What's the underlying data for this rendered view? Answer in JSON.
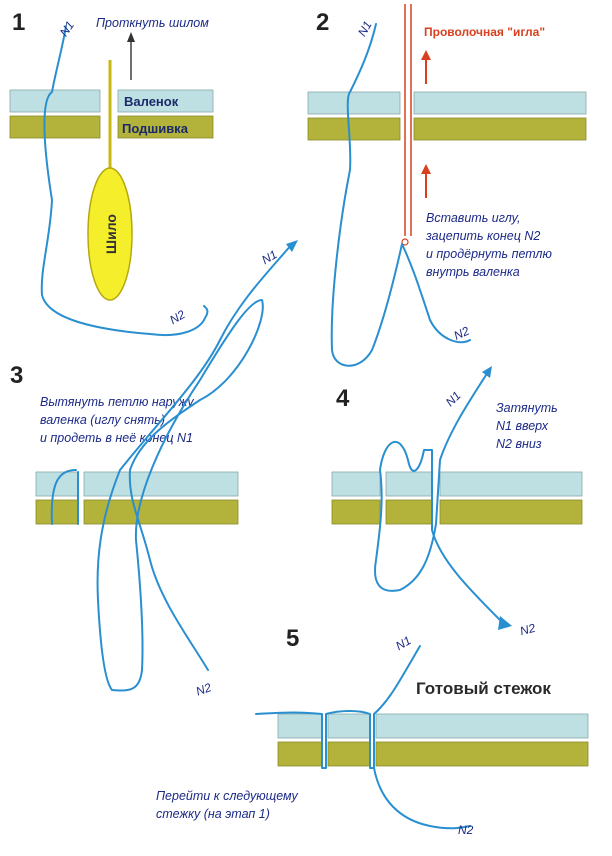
{
  "steps": [
    {
      "number": "1",
      "annotation": "Проткнуть шилом",
      "awl_label": "Шило"
    },
    {
      "number": "2",
      "annotation_top": "Проволочная \"игла\"",
      "annotation_lines": [
        "Вставить иглу,",
        "зацепить конец N2",
        "и продёрнуть петлю",
        "внутрь валенка"
      ]
    },
    {
      "number": "3",
      "annotation_lines": [
        "Вытянуть петлю наружу",
        "валенка (иглу снять)",
        "и продеть в неё конец N1"
      ]
    },
    {
      "number": "4",
      "annotation_lines": [
        "Затянуть",
        "N1 вверх",
        "N2 вниз"
      ]
    },
    {
      "number": "5",
      "title": "Готовый стежок",
      "annotation_lines": [
        "Перейти к следующему",
        "стежку (на этап 1)"
      ]
    }
  ],
  "layers": {
    "felt": "Валенок",
    "lining": "Подшивка"
  },
  "ends": {
    "n1": "N1",
    "n2": "N2"
  },
  "colors": {
    "thread": "#2a8fd0",
    "felt": "#bfe0e2",
    "lining": "#b3b23a",
    "awl": "#f4ef2a",
    "needle": "#d8401f"
  }
}
